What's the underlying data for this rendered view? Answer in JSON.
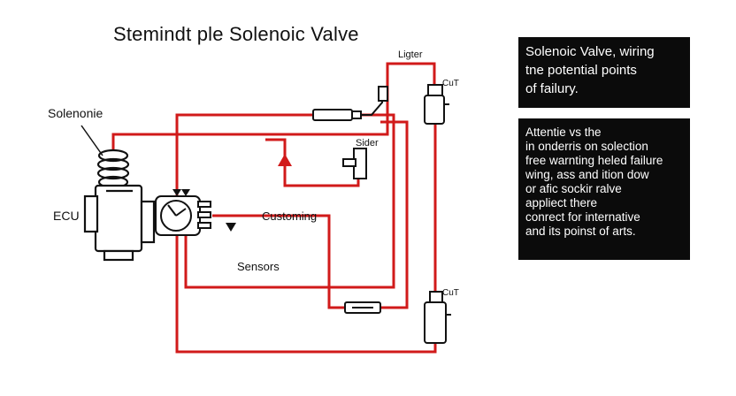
{
  "title": "Stemindt ple Solenoic Valve",
  "labels": {
    "solenoid": "Solenonie",
    "ecu": "ECU",
    "ligter": "Ligter",
    "cut_top": "CuT",
    "cut_bottom": "CuT",
    "sider": "Sider",
    "customing": "Customing",
    "sensors": "Sensors"
  },
  "panel_top": {
    "lines": [
      "Solenoic Valve, wiring",
      "tne potential points",
      "of failury."
    ]
  },
  "panel_bottom": {
    "lines": [
      "Attentie vs the",
      "in onderris on solection",
      "free warnting heled failure",
      "wing, ass and ition dow",
      "or afic sockir ralve",
      "appliect there",
      "conrect for internative",
      "and its poinst of arts."
    ]
  },
  "colors": {
    "wire": "#d11a1a",
    "ink": "#111111",
    "panel_bg": "#0b0b0b"
  }
}
